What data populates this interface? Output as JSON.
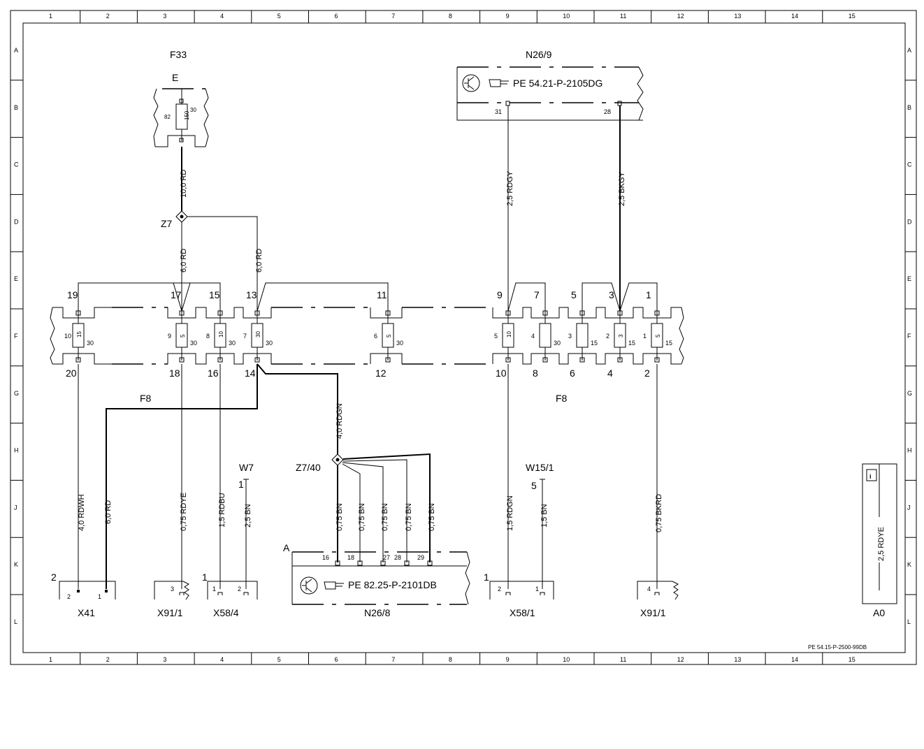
{
  "grid": {
    "columns": [
      "1",
      "2",
      "3",
      "4",
      "5",
      "6",
      "7",
      "8",
      "9",
      "10",
      "11",
      "12",
      "13",
      "14",
      "15"
    ],
    "rows": [
      "A",
      "B",
      "C",
      "D",
      "E",
      "F",
      "G",
      "H",
      "J",
      "K",
      "L"
    ]
  },
  "components": {
    "f33": {
      "name": "F33",
      "terminal": "E",
      "fuse_number": "82",
      "fuse_rating": "150",
      "fuse_pin": "30"
    },
    "n26_9": {
      "name": "N26/9",
      "reference": "PE 54.21-P-2105DG",
      "pin_31": "31",
      "pin_28": "28"
    },
    "z7": {
      "name": "Z7"
    },
    "z7_40": {
      "name": "Z7/40"
    },
    "f8_left": {
      "name": "F8"
    },
    "f8_right": {
      "name": "F8"
    },
    "w7": {
      "name": "W7",
      "pin": "1"
    },
    "w15_1": {
      "name": "W15/1",
      "pin": "5"
    },
    "n26_8": {
      "name": "N26/8",
      "reference": "PE 82.25-P-2101DB",
      "marker": "A",
      "pins": [
        "16",
        "18",
        "27",
        "28",
        "29"
      ]
    },
    "x41": {
      "name": "X41",
      "marker": "2",
      "pins": [
        "2",
        "1"
      ]
    },
    "x91_1_left": {
      "name": "X91/1",
      "pins": [
        "3"
      ]
    },
    "x58_4": {
      "name": "X58/4",
      "marker": "1",
      "pins": [
        "1",
        "2"
      ]
    },
    "x58_1": {
      "name": "X58/1",
      "marker": "1",
      "pins": [
        "2",
        "1"
      ]
    },
    "x91_1_right": {
      "name": "X91/1",
      "pins": [
        "4"
      ]
    },
    "a0": {
      "name": "A0",
      "wire": "2,5 RDYE",
      "info_icon": "i"
    }
  },
  "fuse_block": {
    "top_terminals": [
      "19",
      "17",
      "15",
      "13",
      "11",
      "9",
      "7",
      "5",
      "3",
      "1"
    ],
    "bottom_terminals": [
      "20",
      "18",
      "16",
      "14",
      "12",
      "10",
      "8",
      "6",
      "4",
      "2"
    ],
    "fuses": [
      {
        "slot": "10",
        "rating": "15",
        "pin": "30"
      },
      {
        "slot": "9",
        "rating": "5",
        "pin": "30"
      },
      {
        "slot": "8",
        "rating": "10",
        "pin": "30"
      },
      {
        "slot": "7",
        "rating": "30",
        "pin": "30"
      },
      {
        "slot": "6",
        "rating": "5",
        "pin": "30"
      },
      {
        "slot": "5",
        "rating": "10",
        "pin": ""
      },
      {
        "slot": "4",
        "rating": "",
        "pin": "30"
      },
      {
        "slot": "3",
        "rating": "",
        "pin": "15"
      },
      {
        "slot": "2",
        "rating": "3",
        "pin": "15"
      },
      {
        "slot": "1",
        "rating": "5",
        "pin": "15"
      }
    ]
  },
  "wires": {
    "f33_to_z7": "10,0 RD",
    "z7_to_17": "6,0 RD",
    "z7_to_13": "6,0 RD",
    "n26_9_pin31": "2,5 RDGY",
    "n26_9_pin28": "2,5 BKGY",
    "f8_14_to_z7_40": "4,0 RDGN",
    "x41_pin2": "4,0 RDWH",
    "x41_pin1": "6,0 RD",
    "x91_1_left": "0,75 RDYE",
    "x58_4_pin1": "1,5 RDBU",
    "x58_4_pin2": "2,5 BN",
    "n26_8_wires": [
      "0,75 BN",
      "0,75 BN",
      "0,75 BN",
      "0,75 BN",
      "0,75 BN"
    ],
    "x58_1_pin2": "1,5 RDGN",
    "x58_1_pin1": "1,5 BN",
    "x91_1_right": "0,75 BKRD"
  },
  "footer_code": "PE 54.15-P-2500-99DB"
}
